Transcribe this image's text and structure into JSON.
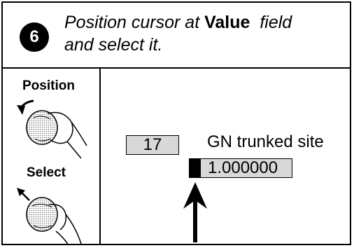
{
  "step": {
    "number": "6",
    "line1_prefix": "Position cursor at",
    "line1_emphasis": "Value",
    "line1_suffix": "field",
    "line2": "and select it."
  },
  "controls": {
    "position_label": "Position",
    "select_label": "Select"
  },
  "display": {
    "number_value": "17",
    "site_label": "GN trunked site",
    "field_value": "1.000000"
  }
}
